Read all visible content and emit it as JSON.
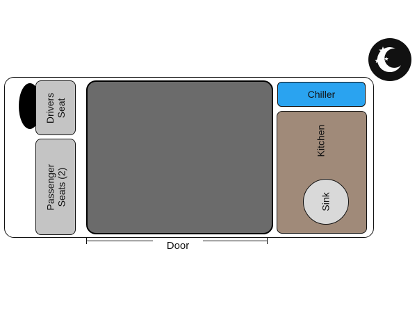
{
  "layout": {
    "drivers_seat": "Drivers\nSeat",
    "passenger_seats": "Passenger\nSeats (2)",
    "chiller": "Chiller",
    "kitchen": "Kitchen",
    "sink": "Sink",
    "door": "Door"
  },
  "icons": {
    "night_badge": "moon-stars-icon"
  },
  "colors": {
    "cargo": "#6b6b6b",
    "chiller": "#2aa3f0",
    "kitchen": "#a08a79",
    "seats": "#c4c4c4",
    "sink": "#d9d9d9"
  }
}
